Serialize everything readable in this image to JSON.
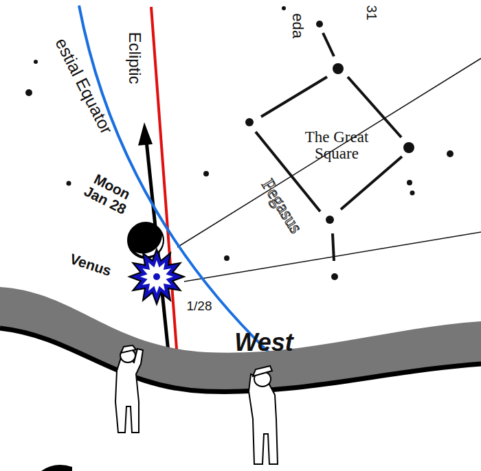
{
  "diagram": {
    "labels": [
      "eda",
      "31",
      "Ecliptic",
      "estial Equator",
      "The Great Square",
      "Pegasus",
      "Moon Jan 28",
      "Venus",
      "1/28",
      "West"
    ]
  }
}
